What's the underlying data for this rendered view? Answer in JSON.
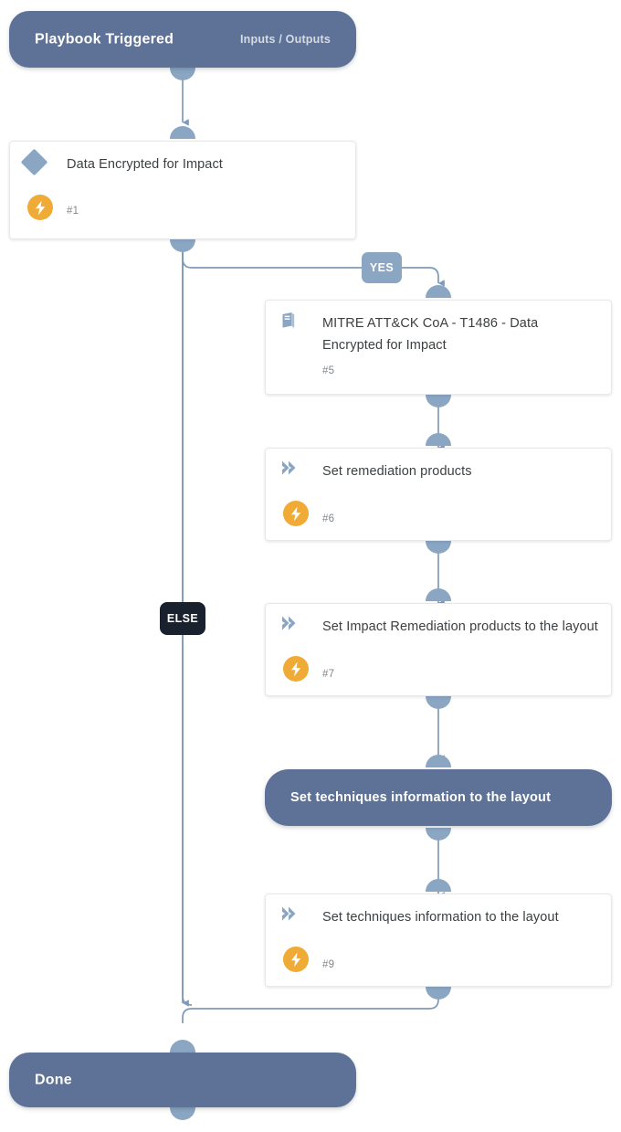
{
  "diagram": {
    "type": "playbook-flow",
    "background": "#ffffff",
    "colors": {
      "node_fill": "#ffffff",
      "node_border": "#e6e8ea",
      "terminal_fill": "#5d7296",
      "connector": "#8aa6c3",
      "bolt_badge": "#efab36",
      "chip_yes": "#8aa6c3",
      "chip_else": "#19212f",
      "title_text": "#3c4043",
      "id_text": "#82868b"
    }
  },
  "start_node": {
    "title": "Playbook Triggered",
    "right_label": "Inputs / Outputs"
  },
  "end_node": {
    "title": "Done"
  },
  "branch_labels": {
    "yes": "YES",
    "else": "ELSE"
  },
  "nodes": [
    {
      "id": "n1",
      "title": "Data Encrypted for Impact",
      "number": "#1",
      "icon": "diamond-condition-icon",
      "has_bolt": true
    },
    {
      "id": "n5",
      "title": "MITRE ATT&CK CoA - T1486 - Data Encrypted for Impact",
      "number": "#5",
      "icon": "book-subplaybook-icon",
      "has_bolt": false
    },
    {
      "id": "n6",
      "title": "Set remediation products",
      "number": "#6",
      "icon": "chevron-task-icon",
      "has_bolt": true
    },
    {
      "id": "n7",
      "title": "Set Impact Remediation products to the layout",
      "number": "#7",
      "icon": "chevron-task-icon",
      "has_bolt": true
    },
    {
      "id": "n8",
      "title": "Set techniques information to the layout",
      "number": "",
      "icon": "none",
      "has_bolt": false,
      "highlighted": true
    },
    {
      "id": "n9",
      "title": "Set techniques information to the layout",
      "number": "#9",
      "icon": "chevron-task-icon",
      "has_bolt": true
    }
  ]
}
